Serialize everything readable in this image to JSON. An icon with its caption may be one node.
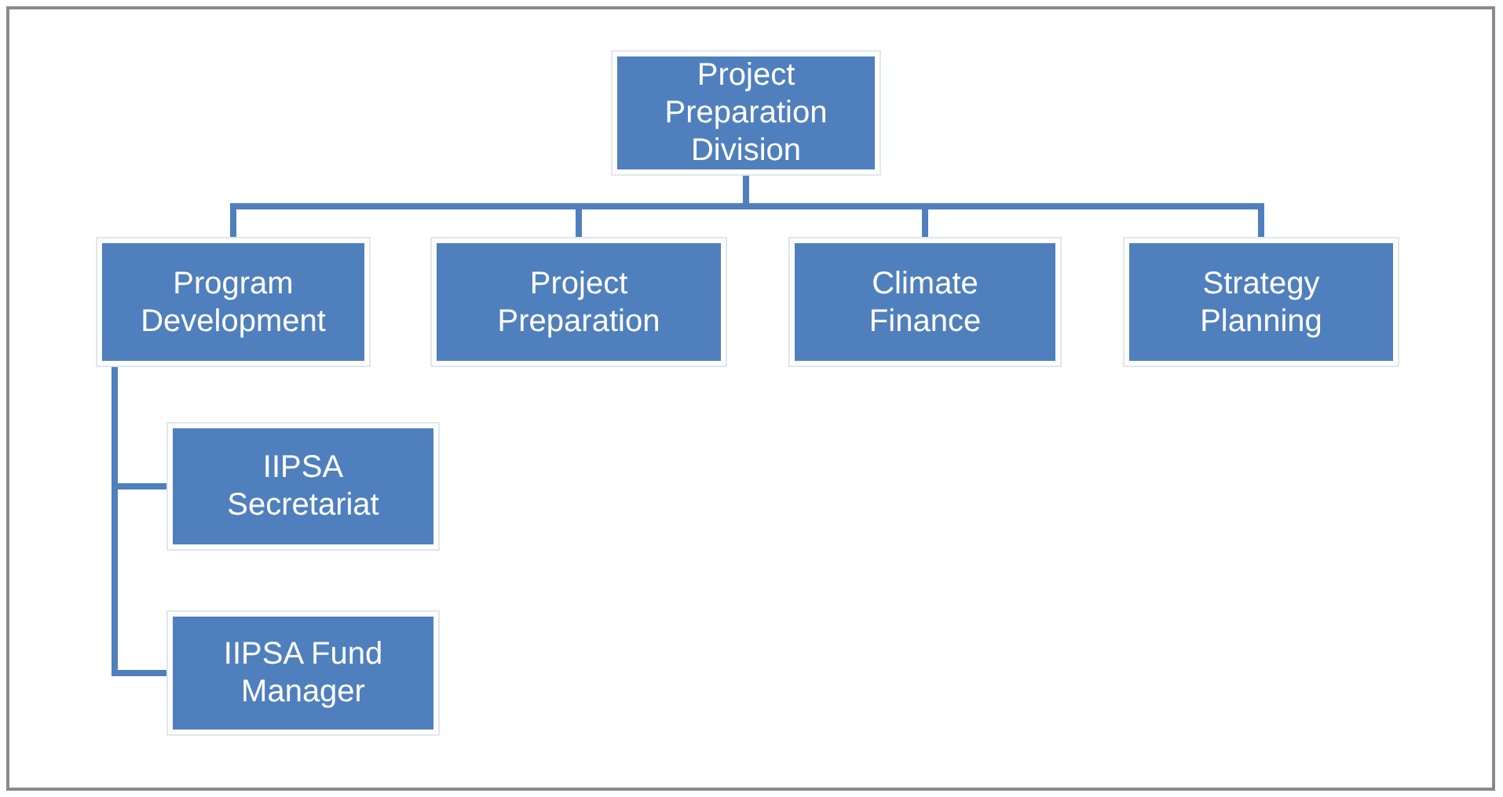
{
  "diagram": {
    "nodes": [
      {
        "text": [
          "Project Preparation Division"
        ]
      },
      {
        "text": [
          "Program Development"
        ]
      },
      {
        "text": [
          "Project Preparation"
        ]
      },
      {
        "text": [
          "Climate Finance"
        ]
      },
      {
        "text": [
          "Strategy Planning"
        ]
      },
      {
        "text": [
          "IIPSA Secretariat"
        ]
      },
      {
        "text": [
          "IIPSA Fund Manager"
        ]
      }
    ],
    "edges": [
      {
        "from": 0,
        "to": 1,
        "arrow": "none"
      },
      {
        "from": 0,
        "to": 2,
        "arrow": "none"
      },
      {
        "from": 0,
        "to": 3,
        "arrow": "none"
      },
      {
        "from": 0,
        "to": 4,
        "arrow": "none"
      },
      {
        "from": 1,
        "to": 5,
        "arrow": "none"
      },
      {
        "from": 1,
        "to": 6,
        "arrow": "none"
      }
    ]
  }
}
